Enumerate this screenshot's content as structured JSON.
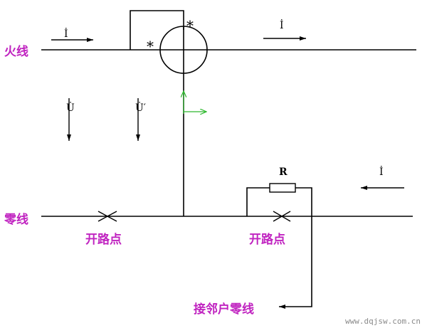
{
  "labels": {
    "live_wire": "火线",
    "neutral_wire": "零线",
    "open_point_left": "开路点",
    "open_point_right": "开路点",
    "neighbor_neutral": "接邻户零线",
    "resistor": "R",
    "current_top_left": "İ",
    "current_top_right": "İ",
    "current_bottom_right": "İ",
    "voltage_u": "U̇",
    "voltage_u_prime": "U̇′",
    "star_left": "*",
    "star_right": "*",
    "watermark": "www.dqjsw.com.cn"
  },
  "colors": {
    "wire": "#000000",
    "label_magenta": "#c023c0",
    "axis_green": "#2db82d",
    "watermark": "#8a8a8a"
  }
}
